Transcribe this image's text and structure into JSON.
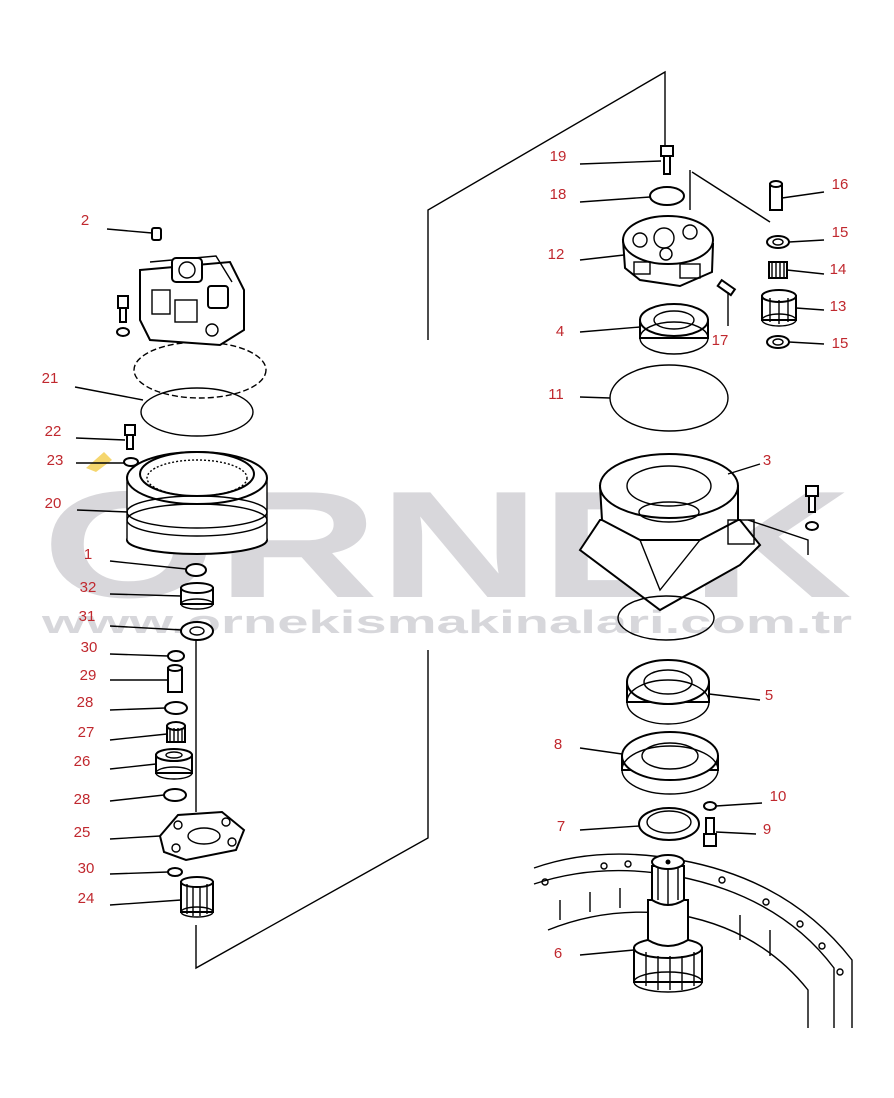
{
  "watermark": {
    "brand": "ORNEK",
    "url": "www.ornekismakinalari.com.tr"
  },
  "callouts": [
    {
      "id": "c2",
      "label": "2"
    },
    {
      "id": "c21",
      "label": "21"
    },
    {
      "id": "c22",
      "label": "22"
    },
    {
      "id": "c23",
      "label": "23"
    },
    {
      "id": "c20",
      "label": "20"
    },
    {
      "id": "c1",
      "label": "1"
    },
    {
      "id": "c32",
      "label": "32"
    },
    {
      "id": "c31",
      "label": "31"
    },
    {
      "id": "c30a",
      "label": "30"
    },
    {
      "id": "c29",
      "label": "29"
    },
    {
      "id": "c28a",
      "label": "28"
    },
    {
      "id": "c27",
      "label": "27"
    },
    {
      "id": "c26",
      "label": "26"
    },
    {
      "id": "c28b",
      "label": "28"
    },
    {
      "id": "c25",
      "label": "25"
    },
    {
      "id": "c30b",
      "label": "30"
    },
    {
      "id": "c24",
      "label": "24"
    },
    {
      "id": "c19",
      "label": "19"
    },
    {
      "id": "c18",
      "label": "18"
    },
    {
      "id": "c12",
      "label": "12"
    },
    {
      "id": "c4",
      "label": "4"
    },
    {
      "id": "c16",
      "label": "16"
    },
    {
      "id": "c15a",
      "label": "15"
    },
    {
      "id": "c14",
      "label": "14"
    },
    {
      "id": "c13",
      "label": "13"
    },
    {
      "id": "c17",
      "label": "17"
    },
    {
      "id": "c15b",
      "label": "15"
    },
    {
      "id": "c11",
      "label": "11"
    },
    {
      "id": "c3",
      "label": "3"
    },
    {
      "id": "c5",
      "label": "5"
    },
    {
      "id": "c8",
      "label": "8"
    },
    {
      "id": "c10",
      "label": "10"
    },
    {
      "id": "c7",
      "label": "7"
    },
    {
      "id": "c9",
      "label": "9"
    },
    {
      "id": "c6",
      "label": "6"
    }
  ]
}
